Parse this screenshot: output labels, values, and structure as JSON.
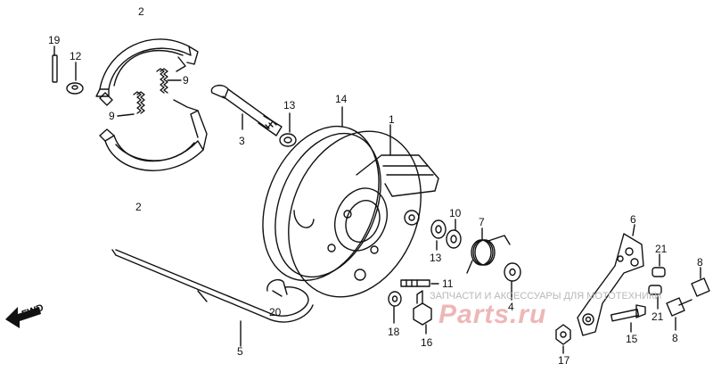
{
  "labels": {
    "l1": "1",
    "l2a": "2",
    "l2b": "2",
    "l3": "3",
    "l4": "4",
    "l5": "5",
    "l6": "6",
    "l7": "7",
    "l8a": "8",
    "l8b": "8",
    "l9a": "9",
    "l9b": "9",
    "l10": "10",
    "l11": "11",
    "l12": "12",
    "l13a": "13",
    "l13b": "13",
    "l14": "14",
    "l15": "15",
    "l16": "16",
    "l17": "17",
    "l18": "18",
    "l19": "19",
    "l20": "20",
    "l21a": "21",
    "l21b": "21"
  },
  "fwd": "FWD",
  "watermark": {
    "caption": "ЗАПЧАСТИ И АКСЕССУАРЫ ДЛЯ МОТОТЕХНИКИ",
    "logo_text": "Parts.ru"
  },
  "colors": {
    "ink": "#111111",
    "watermark_red": "#e8a0a0",
    "watermark_gray": "#b8b8b8"
  }
}
